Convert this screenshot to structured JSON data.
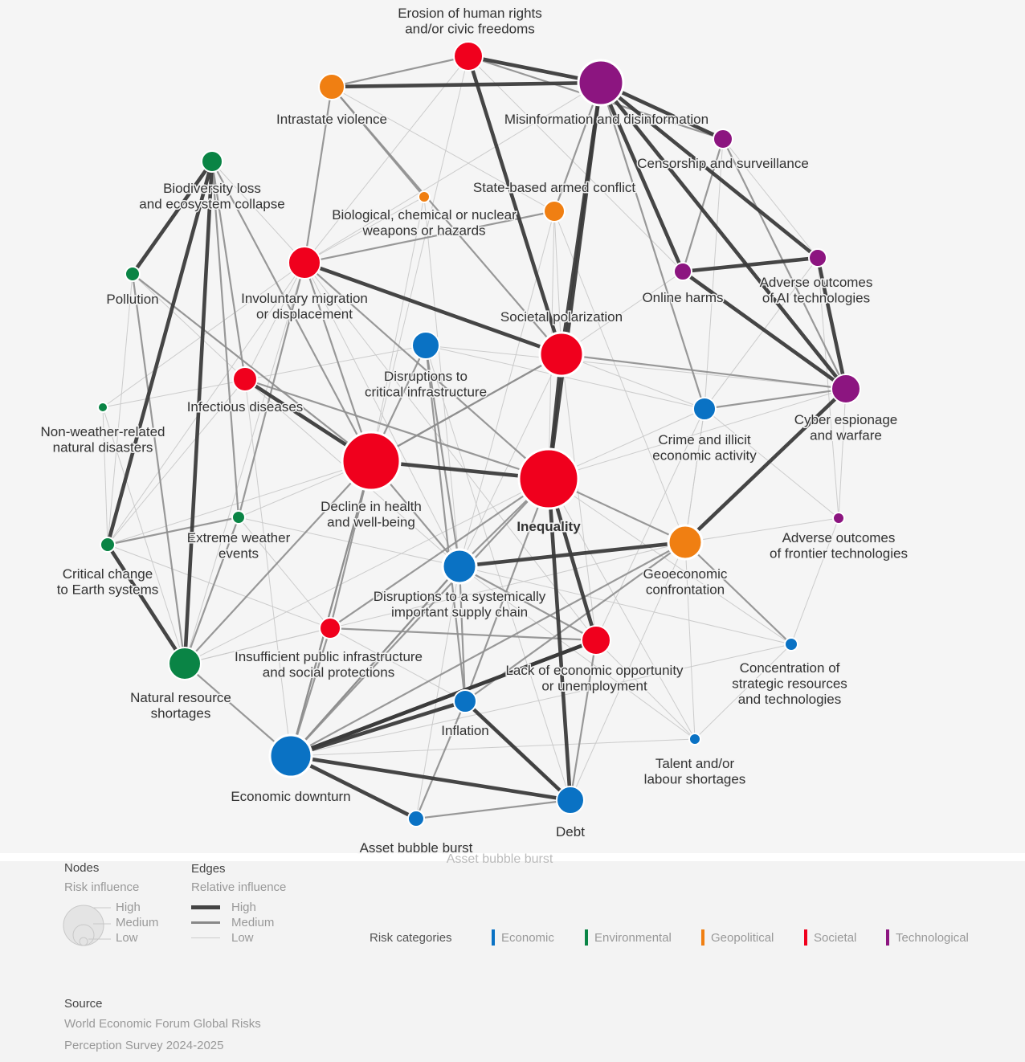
{
  "colors": {
    "economic": "#0a72c4",
    "environmental": "#0a8445",
    "geopolitical": "#f07f12",
    "societal": "#f0001d",
    "technological": "#8c1580"
  },
  "nodes": [
    {
      "id": "erosion",
      "label": [
        "Erosion of human rights",
        "and/or civic freedoms"
      ],
      "category": "societal"
    },
    {
      "id": "misinfo",
      "label": [
        "Misinformation and disinformation"
      ],
      "category": "technological"
    },
    {
      "id": "intrastate",
      "label": [
        "Intrastate violence"
      ],
      "category": "geopolitical"
    },
    {
      "id": "censorship",
      "label": [
        "Censorship and surveillance"
      ],
      "category": "technological"
    },
    {
      "id": "biodiversity",
      "label": [
        "Biodiversity loss",
        "and ecosystem collapse"
      ],
      "category": "environmental"
    },
    {
      "id": "statebased",
      "label": [
        "State-based armed conflict"
      ],
      "category": "geopolitical"
    },
    {
      "id": "bio",
      "label": [
        "Biological, chemical or nuclear",
        "weapons or hazards"
      ],
      "category": "geopolitical"
    },
    {
      "id": "migration",
      "label": [
        "Involuntary migration",
        "or displacement"
      ],
      "category": "societal"
    },
    {
      "id": "pollution",
      "label": [
        "Pollution"
      ],
      "category": "environmental"
    },
    {
      "id": "onlineharms",
      "label": [
        "Online harms"
      ],
      "category": "technological"
    },
    {
      "id": "ai",
      "label": [
        "Adverse outcomes",
        "of AI technologies"
      ],
      "category": "technological"
    },
    {
      "id": "polarization",
      "label": [
        "Societal polarization"
      ],
      "category": "societal"
    },
    {
      "id": "infrastructure",
      "label": [
        "Disruptions to",
        "critical infrastructure"
      ],
      "category": "economic"
    },
    {
      "id": "infectious",
      "label": [
        "Infectious diseases"
      ],
      "category": "societal"
    },
    {
      "id": "cyber",
      "label": [
        "Cyber espionage",
        "and warfare"
      ],
      "category": "technological"
    },
    {
      "id": "crime",
      "label": [
        "Crime and illicit",
        "economic activity"
      ],
      "category": "economic"
    },
    {
      "id": "nonweather",
      "label": [
        "Non-weather-related",
        "natural disasters"
      ],
      "category": "environmental"
    },
    {
      "id": "health",
      "label": [
        "Decline in health",
        "and well-being"
      ],
      "category": "societal"
    },
    {
      "id": "inequality",
      "label": [
        "Inequality"
      ],
      "category": "societal"
    },
    {
      "id": "frontier",
      "label": [
        "Adverse outcomes",
        "of frontier technologies"
      ],
      "category": "technological"
    },
    {
      "id": "extremeweather",
      "label": [
        "Extreme weather",
        "events"
      ],
      "category": "environmental"
    },
    {
      "id": "critical",
      "label": [
        "Critical change",
        "to Earth systems"
      ],
      "category": "environmental"
    },
    {
      "id": "geoeconomic",
      "label": [
        "Geoeconomic",
        "confrontation"
      ],
      "category": "geopolitical"
    },
    {
      "id": "supplychain",
      "label": [
        "Disruptions to a systemically",
        "important supply chain"
      ],
      "category": "economic"
    },
    {
      "id": "publicinfra",
      "label": [
        "Insufficient public infrastructure",
        "and social protections"
      ],
      "category": "societal"
    },
    {
      "id": "economicopp",
      "label": [
        "Lack of economic opportunity",
        "or unemployment"
      ],
      "category": "societal"
    },
    {
      "id": "concentration",
      "label": [
        "Concentration of",
        "strategic resources",
        "and technologies"
      ],
      "category": "economic"
    },
    {
      "id": "naturalresource",
      "label": [
        "Natural resource",
        "shortages"
      ],
      "category": "environmental"
    },
    {
      "id": "inflation",
      "label": [
        "Inflation"
      ],
      "category": "economic"
    },
    {
      "id": "talent",
      "label": [
        "Talent and/or",
        "labour shortages"
      ],
      "category": "economic"
    },
    {
      "id": "downturn",
      "label": [
        "Economic downturn"
      ],
      "category": "economic"
    },
    {
      "id": "debt",
      "label": [
        "Debt"
      ],
      "category": "economic"
    },
    {
      "id": "assetbubble",
      "label": [
        "Asset bubble burst"
      ],
      "category": "economic"
    }
  ],
  "legend": {
    "nodes_title": "Nodes",
    "nodes_sub": "Risk influence",
    "nodes_levels": [
      "High",
      "Medium",
      "Low"
    ],
    "edges_title": "Edges",
    "edges_sub": "Relative influence",
    "edges_levels": [
      "High",
      "Medium",
      "Low"
    ],
    "categories_title": "Risk categories",
    "categories": [
      {
        "name": "Economic",
        "key": "economic"
      },
      {
        "name": "Environmental",
        "key": "environmental"
      },
      {
        "name": "Geopolitical",
        "key": "geopolitical"
      },
      {
        "name": "Societal",
        "key": "societal"
      },
      {
        "name": "Technological",
        "key": "technological"
      }
    ]
  },
  "source": {
    "title": "Source",
    "lines": [
      "World Economic Forum Global Risks",
      "Perception Survey 2024-2025"
    ]
  },
  "cut_off_text": "Asset bubble burst"
}
